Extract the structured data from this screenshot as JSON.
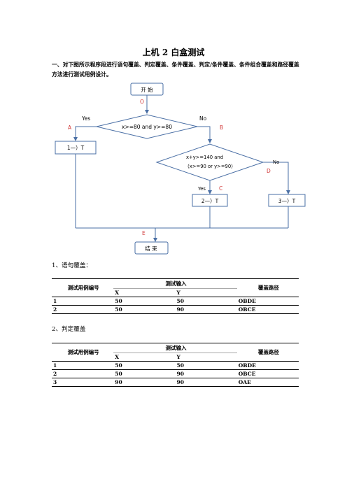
{
  "title": "上机 2  白盒测试",
  "intro": "一、对下图所示程序段进行语句覆盖、判定覆盖、条件覆盖、判定/条件覆盖、条件组合覆盖和路径覆盖方法进行测试用例设计。",
  "flowchart": {
    "start": "开 始",
    "start_point": "O",
    "decision1": "x>=80 and y>=80",
    "decision1_yes": "Yes",
    "decision1_no": "No",
    "point_a": "A",
    "point_b": "B",
    "process1": "1—）T",
    "decision2_line1": "x+y>=140 and",
    "decision2_line2": "（x>=90 or y>=90）",
    "decision2_yes": "Yes",
    "decision2_no": "No",
    "point_c": "C",
    "point_d": "D",
    "process2": "2—）T",
    "process3": "3—）T",
    "point_e": "E",
    "end": "结 束"
  },
  "section1": {
    "heading": "1、语句覆盖：",
    "col_id": "测试用例编号",
    "col_input": "测试输入",
    "col_path": "覆盖路径",
    "sub_x": "X",
    "sub_y": "Y",
    "rows": [
      {
        "id": "1",
        "x": "50",
        "y": "50",
        "path": "OBDE"
      },
      {
        "id": "2",
        "x": "50",
        "y": "90",
        "path": "OBCE"
      }
    ]
  },
  "section2": {
    "heading": "2、判定覆盖",
    "col_id": "测试用例编号",
    "col_input": "测试输入",
    "col_path": "覆盖路径",
    "sub_x": "X",
    "sub_y": "Y",
    "rows": [
      {
        "id": "1",
        "x": "50",
        "y": "50",
        "path": "OBDE"
      },
      {
        "id": "2",
        "x": "50",
        "y": "90",
        "path": "OBCE"
      },
      {
        "id": "3",
        "x": "90",
        "y": "90",
        "path": "OAE"
      }
    ]
  },
  "colors": {
    "flow_line": "#4a6fa5",
    "label_red": "#d23a3a",
    "text": "#000000"
  }
}
